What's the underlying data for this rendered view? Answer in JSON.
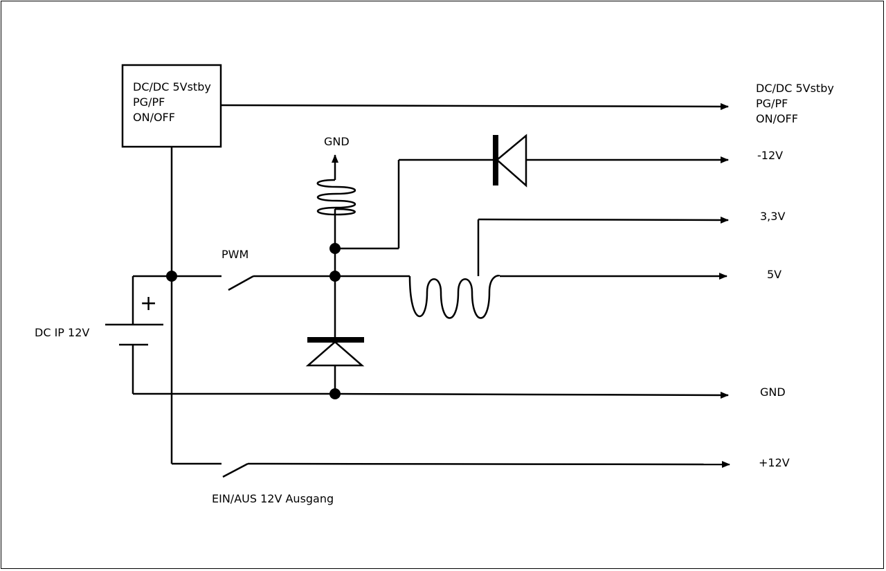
{
  "diagram": {
    "colors": {
      "line": "#000000",
      "background": "#ffffff"
    },
    "converter_box": {
      "lines": [
        "DC/DC 5Vstby",
        "PG/PF",
        "ON/OFF"
      ]
    },
    "switch_pwm_label": "PWM",
    "switch_main_label": "EIN/AUS 12V Ausgang",
    "input_label": "DC IP 12V",
    "battery_plus": "+",
    "inductor_top_label": "GND",
    "outputs": {
      "standby": [
        "DC/DC 5Vstby",
        "PG/PF",
        "ON/OFF"
      ],
      "neg12": "-12V",
      "v33": "3,3V",
      "v5": "5V",
      "gnd": "GND",
      "pos12": "+12V"
    }
  }
}
